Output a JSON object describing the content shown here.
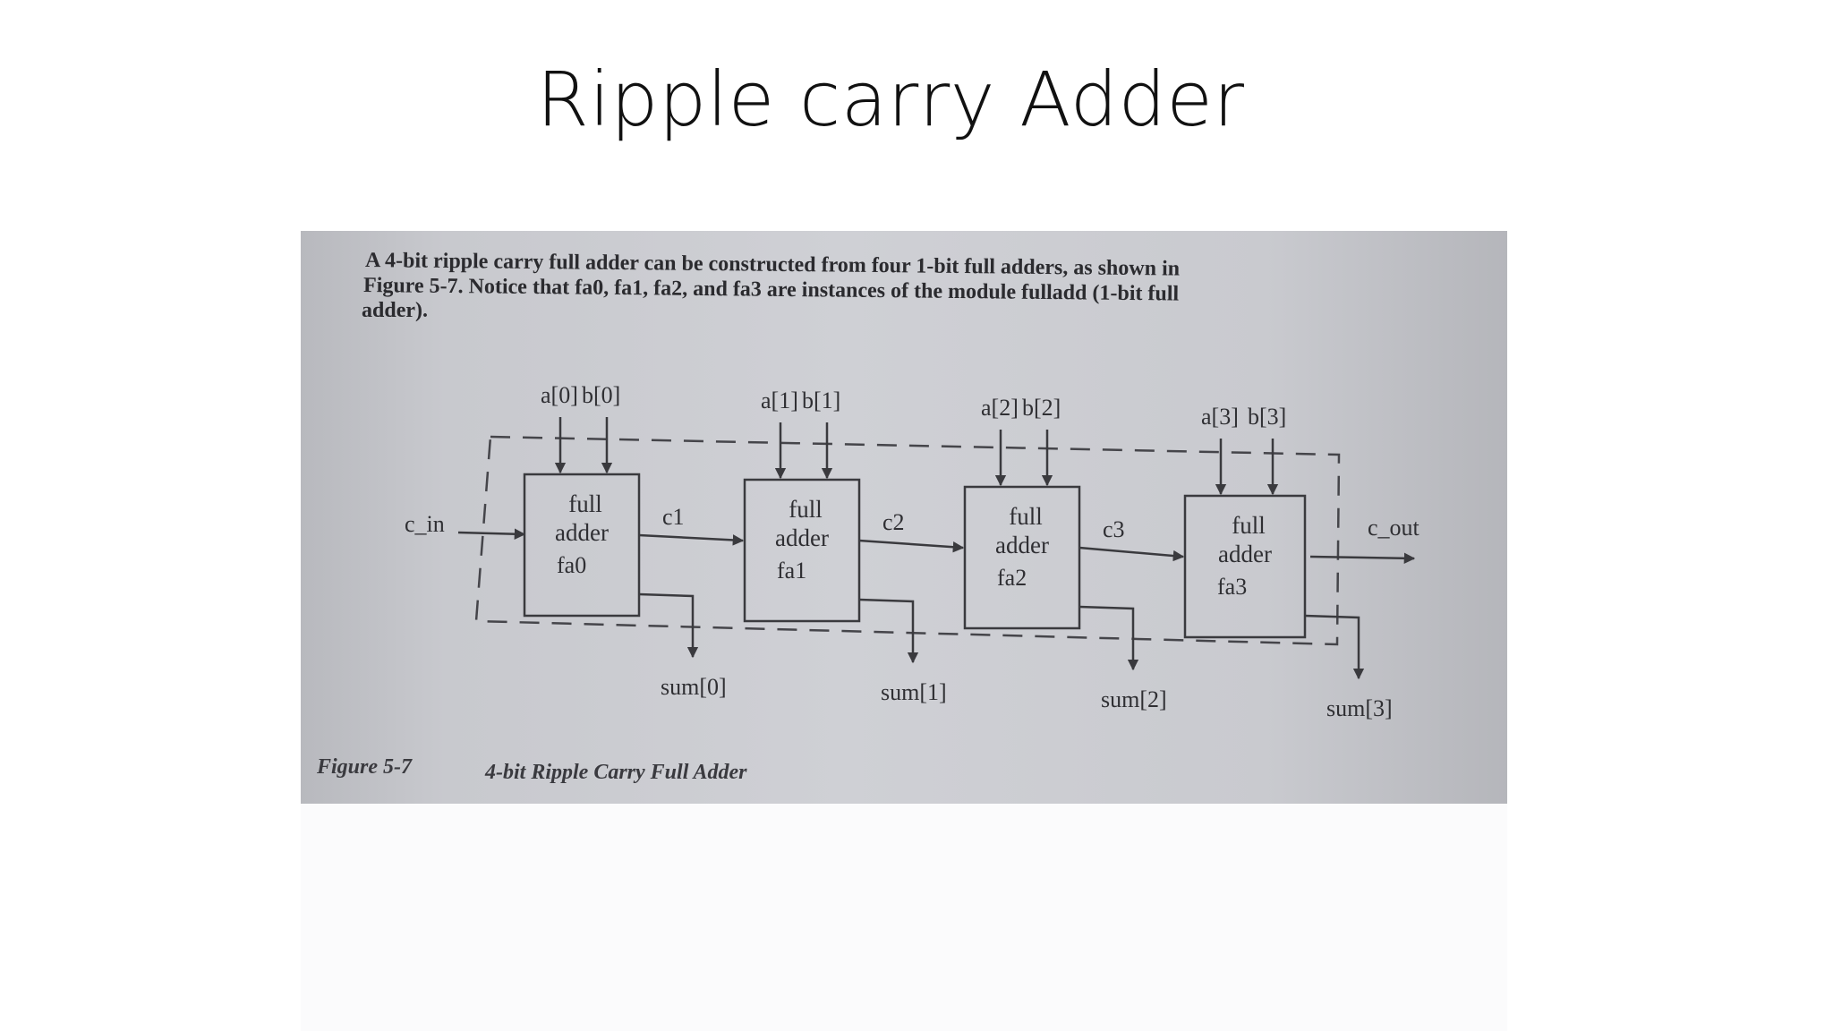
{
  "slide": {
    "title": "Ripple carry Adder"
  },
  "photo": {
    "intro_lines": [
      "A 4-bit ripple carry full adder can be constructed from four 1-bit full adders, as shown in",
      "Figure 5-7. Notice that fa0, fa1, fa2, and fa3 are instances of the module fulladd (1-bit full",
      "adder)."
    ],
    "figure_label": "Figure 5-7",
    "figure_caption": "4-bit Ripple Carry Full Adder"
  },
  "diagram": {
    "carry_in": "c_in",
    "carry_out": "c_out",
    "block_text_line1": "full",
    "block_text_line2": "adder",
    "adders": [
      {
        "a": "a[0]",
        "b": "b[0]",
        "name": "fa0",
        "sum": "sum[0]",
        "carry": "c1"
      },
      {
        "a": "a[1]",
        "b": "b[1]",
        "name": "fa1",
        "sum": "sum[1]",
        "carry": "c2"
      },
      {
        "a": "a[2]",
        "b": "b[2]",
        "name": "fa2",
        "sum": "sum[2]",
        "carry": "c3"
      },
      {
        "a": "a[3]",
        "b": "b[3]",
        "name": "fa3",
        "sum": "sum[3]",
        "carry": ""
      }
    ]
  },
  "colors": {
    "background": "#ffffff",
    "photo_paper": "#cfd0d5",
    "ink": "#3a3a3e"
  }
}
